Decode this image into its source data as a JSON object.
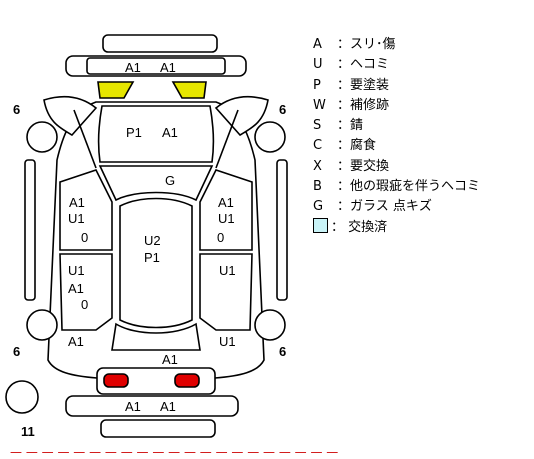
{
  "labels": {
    "front_bumper_a1_left": "A1",
    "front_bumper_a1_right": "A1",
    "hood_p1": "P1",
    "hood_a1": "A1",
    "windshield_g": "G",
    "left_front_door_a1": "A1",
    "left_front_door_u1": "U1",
    "left_front_door_0": "0",
    "right_front_door_a1": "A1",
    "right_front_door_u1": "U1",
    "right_front_door_0": "0",
    "roof_u2": "U2",
    "roof_p1": "P1",
    "left_rear_door_u1": "U1",
    "left_rear_door_a1": "A1",
    "left_rear_door_0": "0",
    "right_rear_door_u1": "U1",
    "left_rear_quarter_a1": "A1",
    "right_rear_quarter_u1": "U1",
    "rear_glass_a1": "A1",
    "rear_bumper_a1_left": "A1",
    "rear_bumper_a1_right": "A1",
    "wheel_front_left_count": "6",
    "wheel_front_right_count": "6",
    "wheel_rear_left_count": "6",
    "wheel_rear_right_count": "6",
    "spare_tire_count": "11"
  },
  "legend": [
    {
      "key": "A",
      "text": "：スリ･傷"
    },
    {
      "key": "U",
      "text": "：ヘコミ"
    },
    {
      "key": "P",
      "text": "：要塗装"
    },
    {
      "key": "W",
      "text": "：補修跡"
    },
    {
      "key": "S",
      "text": "：錆"
    },
    {
      "key": "C",
      "text": "：腐食"
    },
    {
      "key": "X",
      "text": "：要交換"
    },
    {
      "key": "B",
      "text": "：他の瑕疵を伴うヘコミ"
    },
    {
      "key": "G",
      "text": "：ガラス 点キズ"
    },
    {
      "key": "",
      "text": "： 交換済"
    }
  ],
  "colors": {
    "outline": "#000000",
    "headlight_fill": "#e6e600",
    "taillight_fill": "#e00000",
    "replaced_swatch": "#c9f3f7",
    "footnote": "#cc0000"
  },
  "footnote": "— — — — — — — — — — — — — — — — — — — — —"
}
